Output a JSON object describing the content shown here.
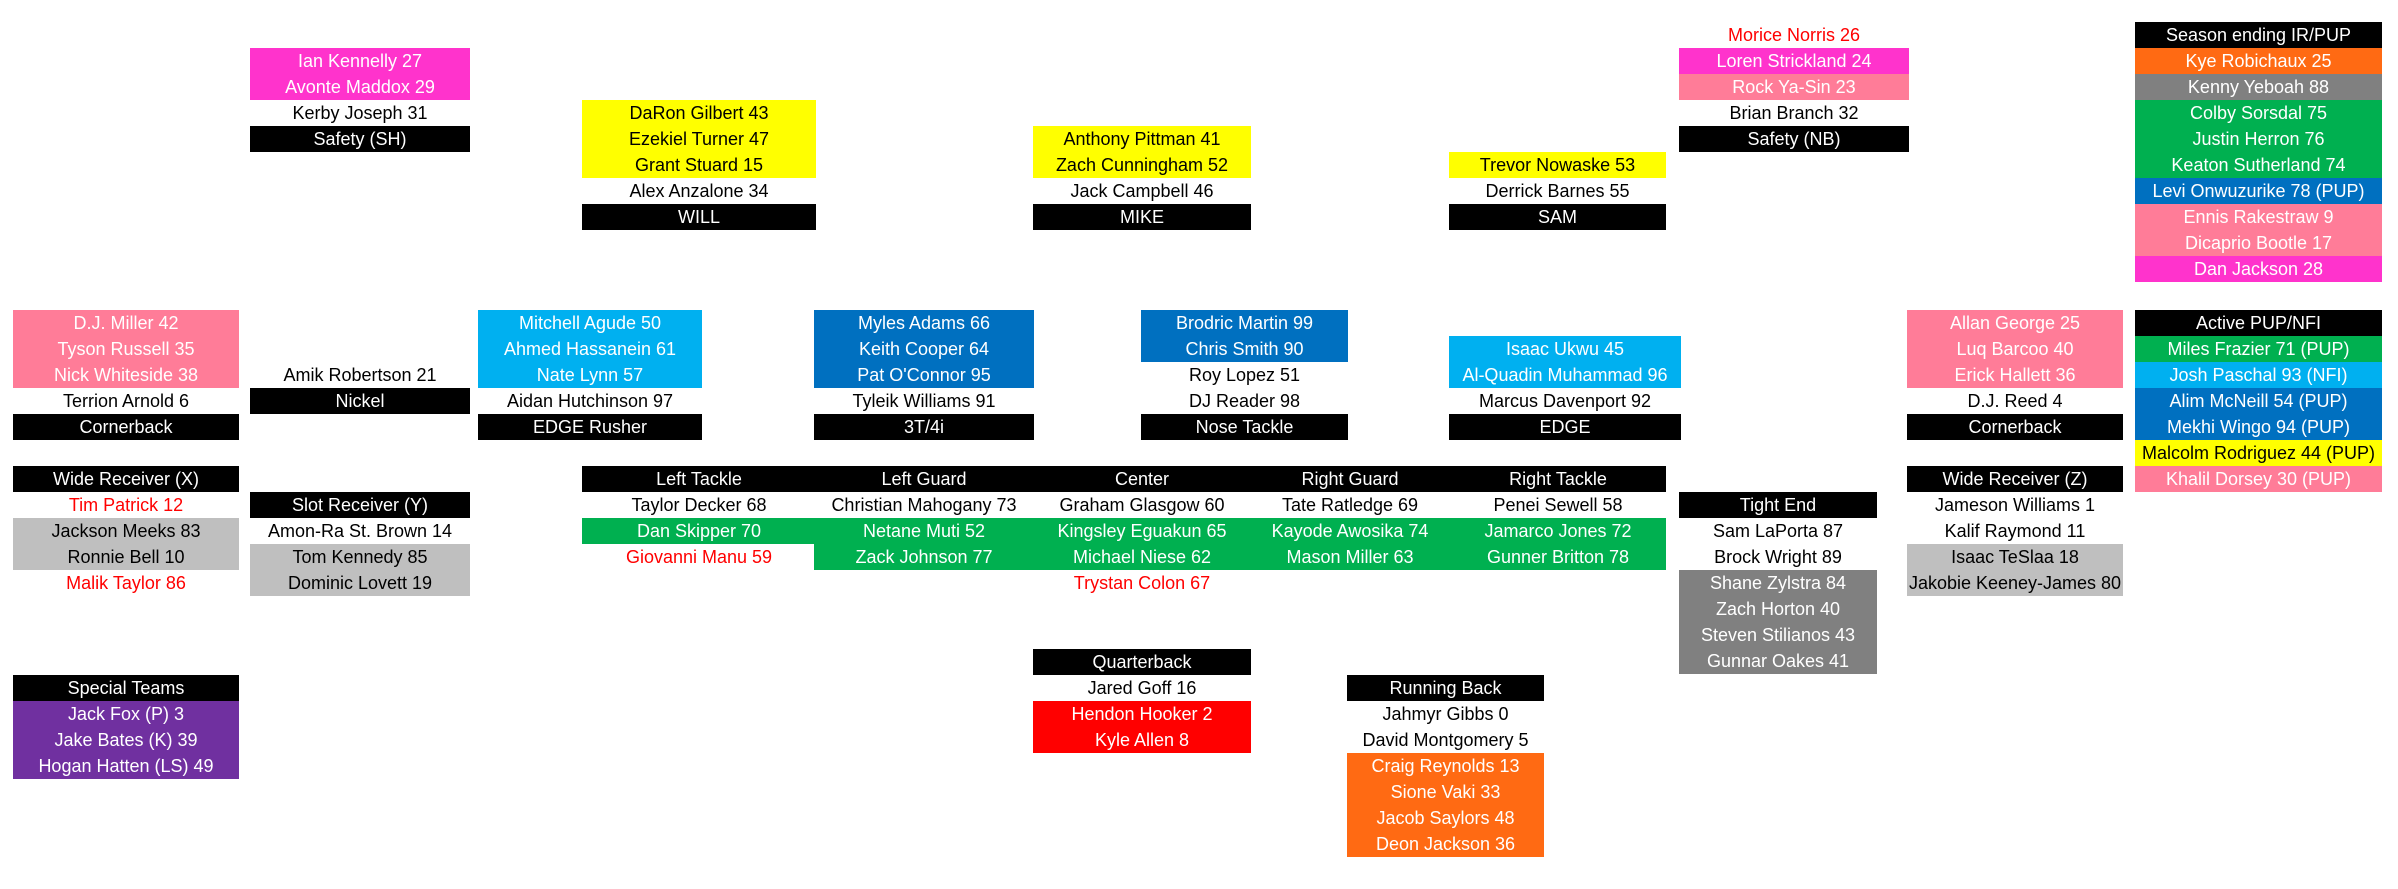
{
  "colors": {
    "black": "#000000",
    "white": "#ffffff",
    "red": "#ff0000",
    "magenta": "#ff33cc",
    "pink": "#ff7c98",
    "yellow": "#ffff00",
    "lightblue": "#00b0f0",
    "blue": "#0070c0",
    "green": "#00b050",
    "gray": "#808080",
    "lightgray": "#bfbfbf",
    "orange": "#ff6a13",
    "purple": "#7030a0",
    "pupred": "#ff0000"
  },
  "groups": [
    {
      "id": "safety-sh",
      "rows": [
        {
          "text": "Ian Kennelly 27",
          "color": "magenta"
        },
        {
          "text": "Avonte Maddox 29",
          "color": "magenta"
        },
        {
          "text": "Kerby Joseph 31"
        },
        {
          "text": "Safety (SH)",
          "header": true
        }
      ]
    },
    {
      "id": "will",
      "rows": [
        {
          "text": "DaRon Gilbert 43",
          "color": "yellow"
        },
        {
          "text": "Ezekiel Turner 47",
          "color": "yellow"
        },
        {
          "text": "Grant Stuard 15",
          "color": "yellow"
        },
        {
          "text": "Alex Anzalone 34"
        },
        {
          "text": "WILL",
          "header": true
        }
      ]
    },
    {
      "id": "mike",
      "rows": [
        {
          "text": "Anthony Pittman 41",
          "color": "yellow"
        },
        {
          "text": "Zach Cunningham 52",
          "color": "yellow"
        },
        {
          "text": "Jack Campbell 46"
        },
        {
          "text": "MIKE",
          "header": true
        }
      ]
    },
    {
      "id": "sam",
      "rows": [
        {
          "text": "Trevor Nowaske 53",
          "color": "yellow"
        },
        {
          "text": "Derrick Barnes 55"
        },
        {
          "text": "SAM",
          "header": true
        }
      ]
    },
    {
      "id": "safety-nb",
      "rows": [
        {
          "text": "Morice Norris 26",
          "fontColor": "red"
        },
        {
          "text": "Loren Strickland 24",
          "color": "magenta"
        },
        {
          "text": "Rock Ya-Sin 23",
          "color": "pink"
        },
        {
          "text": "Brian Branch 32"
        },
        {
          "text": "Safety (NB)",
          "header": true
        }
      ]
    },
    {
      "id": "season-ending",
      "rows": [
        {
          "text": "Season ending IR/PUP",
          "header": true
        },
        {
          "text": "Kye Robichaux 25",
          "color": "orange"
        },
        {
          "text": "Kenny Yeboah 88",
          "color": "gray"
        },
        {
          "text": "Colby Sorsdal 75",
          "color": "green"
        },
        {
          "text": "Justin Herron 76",
          "color": "green"
        },
        {
          "text": "Keaton Sutherland 74",
          "color": "green"
        },
        {
          "text": "Levi Onwuzurike 78 (PUP)",
          "color": "blue"
        },
        {
          "text": "Ennis Rakestraw 9",
          "color": "pink"
        },
        {
          "text": "Dicaprio Bootle 17",
          "color": "pink"
        },
        {
          "text": "Dan Jackson 28",
          "color": "magenta"
        }
      ]
    },
    {
      "id": "cornerback-left",
      "rows": [
        {
          "text": "D.J. Miller 42",
          "color": "pink"
        },
        {
          "text": "Tyson Russell 35",
          "color": "pink"
        },
        {
          "text": "Nick Whiteside 38",
          "color": "pink"
        },
        {
          "text": "Terrion Arnold 6"
        },
        {
          "text": "Cornerback",
          "header": true
        }
      ]
    },
    {
      "id": "nickel",
      "rows": [
        {
          "text": "Amik Robertson 21"
        },
        {
          "text": "Nickel",
          "header": true
        }
      ]
    },
    {
      "id": "edge-rusher",
      "rows": [
        {
          "text": "Mitchell Agude 50",
          "color": "lightblue"
        },
        {
          "text": "Ahmed Hassanein 61",
          "color": "lightblue"
        },
        {
          "text": "Nate Lynn 57",
          "color": "lightblue"
        },
        {
          "text": "Aidan Hutchinson 97"
        },
        {
          "text": "EDGE Rusher",
          "header": true
        }
      ]
    },
    {
      "id": "three-tech",
      "rows": [
        {
          "text": "Myles Adams 66",
          "color": "blue"
        },
        {
          "text": "Keith Cooper 64",
          "color": "blue"
        },
        {
          "text": "Pat O'Connor 95",
          "color": "blue"
        },
        {
          "text": "Tyleik Williams 91"
        },
        {
          "text": "3T/4i",
          "header": true
        }
      ]
    },
    {
      "id": "nose-tackle",
      "rows": [
        {
          "text": "Brodric Martin 99",
          "color": "blue"
        },
        {
          "text": "Chris Smith 90",
          "color": "blue"
        },
        {
          "text": "Roy Lopez 51"
        },
        {
          "text": "DJ Reader 98"
        },
        {
          "text": "Nose Tackle",
          "header": true
        }
      ]
    },
    {
      "id": "edge",
      "rows": [
        {
          "text": "Isaac Ukwu 45",
          "color": "lightblue"
        },
        {
          "text": "Al-Quadin Muhammad 96",
          "color": "lightblue"
        },
        {
          "text": "Marcus Davenport 92"
        },
        {
          "text": "EDGE",
          "header": true
        }
      ]
    },
    {
      "id": "cornerback-right",
      "rows": [
        {
          "text": "Allan George 25",
          "color": "pink"
        },
        {
          "text": "Luq Barcoo 40",
          "color": "pink"
        },
        {
          "text": "Erick Hallett 36",
          "color": "pink"
        },
        {
          "text": "D.J. Reed 4"
        },
        {
          "text": "Cornerback",
          "header": true
        }
      ]
    },
    {
      "id": "active-pup",
      "rows": [
        {
          "text": "Active PUP/NFI",
          "header": true
        },
        {
          "text": "Miles Frazier 71 (PUP)",
          "color": "green"
        },
        {
          "text": "Josh Paschal 93 (NFI)",
          "color": "lightblue"
        },
        {
          "text": "Alim McNeill 54 (PUP)",
          "color": "blue"
        },
        {
          "text": "Mekhi Wingo 94 (PUP)",
          "color": "blue"
        },
        {
          "text": "Malcolm Rodriguez 44 (PUP)",
          "color": "yellow"
        },
        {
          "text": "Khalil Dorsey 30 (PUP)",
          "color": "pink"
        }
      ]
    },
    {
      "id": "wr-x",
      "rows": [
        {
          "text": "Wide Receiver (X)",
          "header": true
        },
        {
          "text": "Tim Patrick 12",
          "fontColor": "red"
        },
        {
          "text": "Jackson Meeks 83",
          "color": "lightgray"
        },
        {
          "text": "Ronnie Bell 10",
          "color": "lightgray"
        },
        {
          "text": "Malik Taylor 86",
          "fontColor": "red"
        }
      ]
    },
    {
      "id": "wr-y",
      "rows": [
        {
          "text": "Slot Receiver (Y)",
          "header": true
        },
        {
          "text": "Amon-Ra St. Brown 14"
        },
        {
          "text": "Tom Kennedy 85",
          "color": "lightgray"
        },
        {
          "text": "Dominic Lovett 19",
          "color": "lightgray"
        }
      ]
    },
    {
      "id": "left-tackle",
      "rows": [
        {
          "text": "Left Tackle",
          "header": true
        },
        {
          "text": "Taylor Decker 68"
        },
        {
          "text": "Dan Skipper 70",
          "color": "green"
        },
        {
          "text": "Giovanni Manu 59",
          "fontColor": "red"
        }
      ]
    },
    {
      "id": "left-guard",
      "rows": [
        {
          "text": "Left Guard",
          "header": true
        },
        {
          "text": "Christian Mahogany 73"
        },
        {
          "text": "Netane Muti 52",
          "color": "green"
        },
        {
          "text": "Zack Johnson 77",
          "color": "green"
        }
      ]
    },
    {
      "id": "center",
      "rows": [
        {
          "text": "Center",
          "header": true
        },
        {
          "text": "Graham Glasgow 60"
        },
        {
          "text": "Kingsley Eguakun 65",
          "color": "green"
        },
        {
          "text": "Michael Niese 62",
          "color": "green"
        },
        {
          "text": "Trystan Colon 67",
          "fontColor": "red"
        }
      ]
    },
    {
      "id": "right-guard",
      "rows": [
        {
          "text": "Right Guard",
          "header": true
        },
        {
          "text": "Tate Ratledge 69"
        },
        {
          "text": "Kayode Awosika 74",
          "color": "green"
        },
        {
          "text": "Mason Miller 63",
          "color": "green"
        }
      ]
    },
    {
      "id": "right-tackle",
      "rows": [
        {
          "text": "Right Tackle",
          "header": true
        },
        {
          "text": "Penei Sewell 58"
        },
        {
          "text": "Jamarco Jones 72",
          "color": "green"
        },
        {
          "text": "Gunner Britton 78",
          "color": "green"
        }
      ]
    },
    {
      "id": "tight-end",
      "rows": [
        {
          "text": "Tight End",
          "header": true
        },
        {
          "text": "Sam LaPorta 87"
        },
        {
          "text": "Brock Wright 89"
        },
        {
          "text": "Shane Zylstra 84",
          "color": "gray"
        },
        {
          "text": "Zach Horton 40",
          "color": "gray"
        },
        {
          "text": "Steven Stilianos 43",
          "color": "gray"
        },
        {
          "text": "Gunnar Oakes 41",
          "color": "gray"
        }
      ]
    },
    {
      "id": "wr-z",
      "rows": [
        {
          "text": "Wide Receiver (Z)",
          "header": true
        },
        {
          "text": "Jameson Williams 1"
        },
        {
          "text": "Kalif Raymond 11"
        },
        {
          "text": "Isaac TeSlaa 18",
          "color": "lightgray"
        },
        {
          "text": "Jakobie Keeney-James 80",
          "color": "lightgray"
        }
      ]
    },
    {
      "id": "special-teams",
      "rows": [
        {
          "text": "Special Teams",
          "header": true
        },
        {
          "text": "Jack Fox (P) 3",
          "color": "purple"
        },
        {
          "text": "Jake Bates (K) 39",
          "color": "purple"
        },
        {
          "text": "Hogan Hatten (LS) 49",
          "color": "purple"
        }
      ]
    },
    {
      "id": "quarterback",
      "rows": [
        {
          "text": "Quarterback",
          "header": true
        },
        {
          "text": "Jared Goff 16"
        },
        {
          "text": "Hendon Hooker 2",
          "color": "red"
        },
        {
          "text": "Kyle Allen 8",
          "color": "red"
        }
      ]
    },
    {
      "id": "running-back",
      "rows": [
        {
          "text": "Running Back",
          "header": true
        },
        {
          "text": "Jahmyr Gibbs 0"
        },
        {
          "text": "David Montgomery 5"
        },
        {
          "text": "Craig Reynolds 13",
          "color": "orange"
        },
        {
          "text": "Sione Vaki 33",
          "color": "orange"
        },
        {
          "text": "Jacob Saylors 48",
          "color": "orange"
        },
        {
          "text": "Deon Jackson 36",
          "color": "orange"
        }
      ]
    }
  ]
}
